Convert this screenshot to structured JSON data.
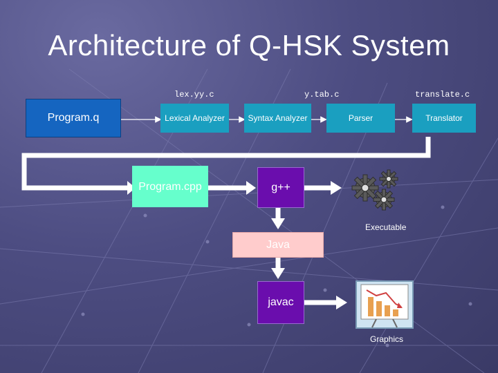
{
  "slide": {
    "title": "Architecture of Q-HSK System"
  },
  "files": {
    "lex": "lex.yy.c",
    "ytab": "y.tab.c",
    "translate": "translate.c"
  },
  "boxes": {
    "program_q": "Program.q",
    "lexical_analyzer": "Lexical Analyzer",
    "syntax_analyzer": "Syntax Analyzer",
    "parser": "Parser",
    "translator": "Translator",
    "program_cpp": "Program.cpp",
    "gpp": "g++",
    "java": "Java",
    "javac": "javac"
  },
  "outputs": {
    "executable": "Executable",
    "graphics": "Graphics"
  },
  "colors": {
    "program_q": "#1565c0",
    "cyan_stage": "#1a9fc0",
    "program_cpp": "#66ffcc",
    "compiler": "#6a0dad",
    "java": "#ffcccc"
  },
  "icons": {
    "executable": "gears-icon",
    "graphics": "chart-presentation-icon"
  }
}
